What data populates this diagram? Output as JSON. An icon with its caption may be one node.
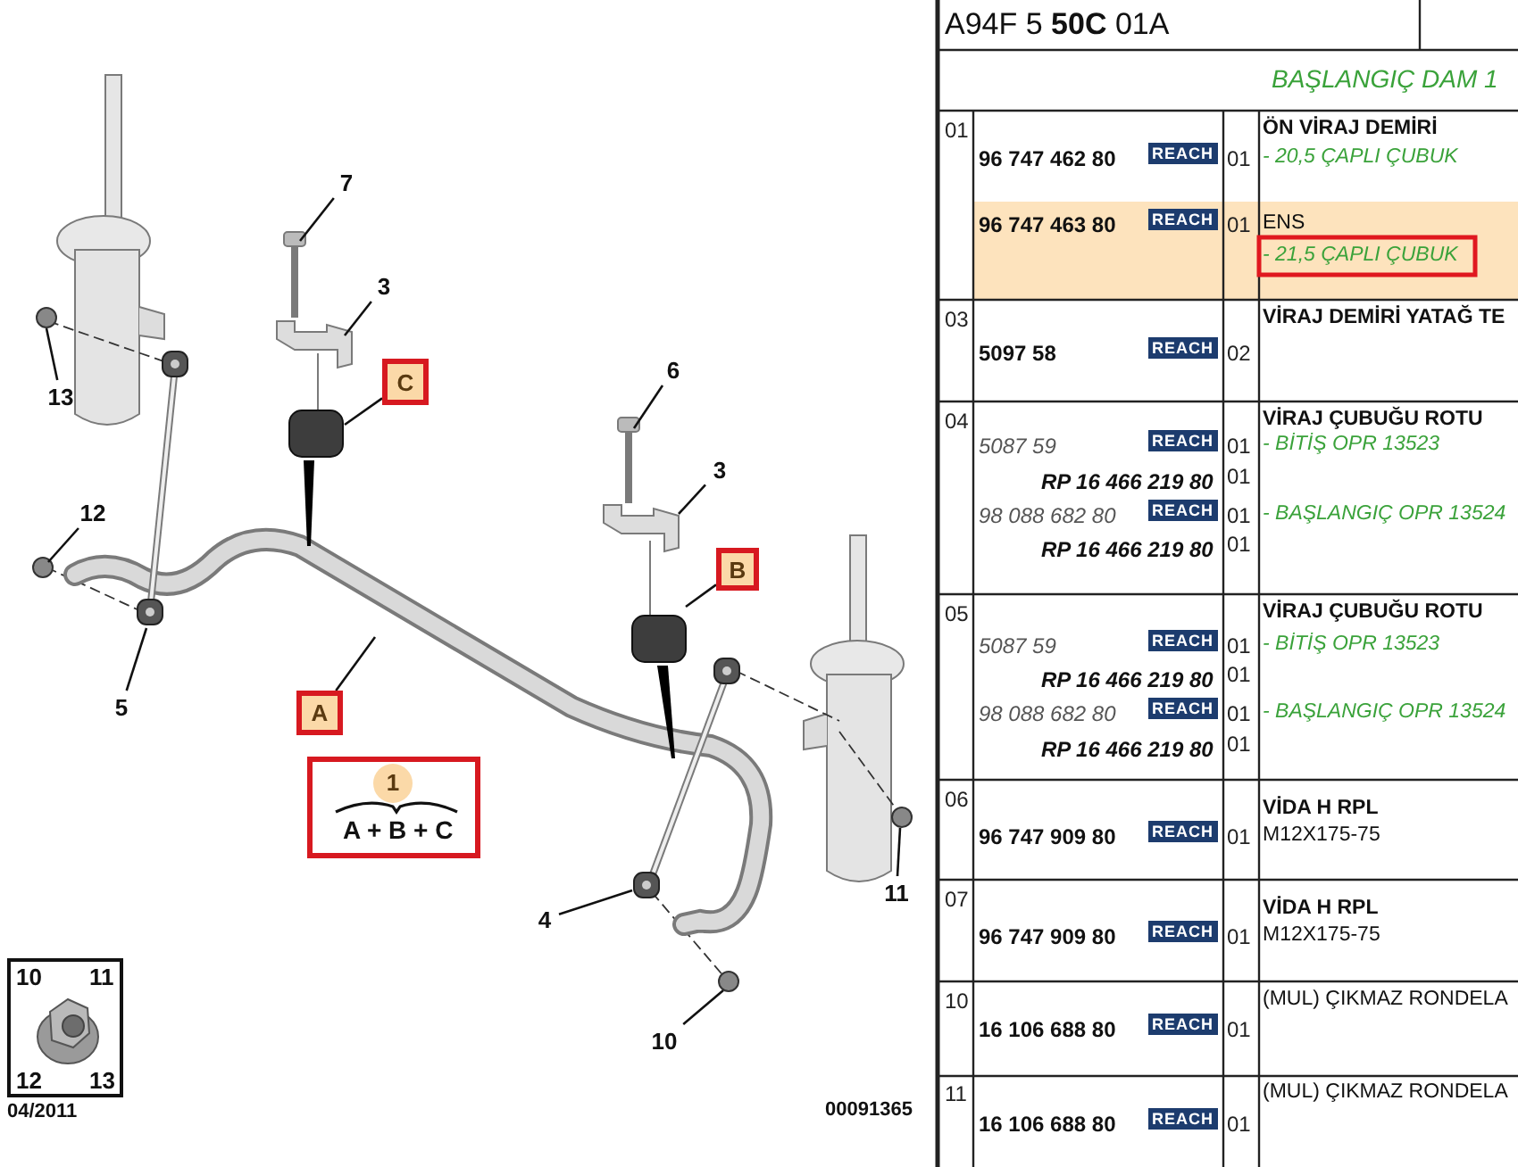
{
  "diagram": {
    "nodes": [
      {
        "text": [
          "7"
        ]
      },
      {
        "text": [
          "3"
        ]
      },
      {
        "text": [
          "C"
        ]
      },
      {
        "text": [
          "6"
        ]
      },
      {
        "text": [
          "3"
        ]
      },
      {
        "text": [
          "B"
        ]
      },
      {
        "text": [
          "13"
        ]
      },
      {
        "text": [
          "12"
        ]
      },
      {
        "text": [
          "5"
        ]
      },
      {
        "text": [
          "A"
        ]
      },
      {
        "text": [
          "1",
          "A + B + C"
        ]
      },
      {
        "text": [
          "4"
        ]
      },
      {
        "text": [
          "11"
        ]
      },
      {
        "text": [
          "10"
        ]
      },
      {
        "text": [
          "10",
          "11",
          "12",
          "13"
        ]
      }
    ],
    "edges": [
      {
        "from": 0,
        "to": null,
        "arrow": "none"
      },
      {
        "from": 1,
        "to": null,
        "arrow": "none"
      },
      {
        "from": 2,
        "to": null,
        "arrow": "none"
      },
      {
        "from": 3,
        "to": null,
        "arrow": "none"
      },
      {
        "from": 4,
        "to": null,
        "arrow": "none"
      },
      {
        "from": 5,
        "to": null,
        "arrow": "none"
      },
      {
        "from": 6,
        "to": null,
        "arrow": "none"
      },
      {
        "from": 7,
        "to": null,
        "arrow": "none"
      },
      {
        "from": 8,
        "to": null,
        "arrow": "none"
      },
      {
        "from": 9,
        "to": null,
        "arrow": "none"
      },
      {
        "from": 11,
        "to": null,
        "arrow": "none"
      },
      {
        "from": 12,
        "to": null,
        "arrow": "none"
      },
      {
        "from": 13,
        "to": null,
        "arrow": "none"
      }
    ],
    "labels": [
      "04/2011",
      "00091365",
      "A94F 5 **50C** 01A",
      "BAŞLANGIÇ DAM 1",
      "01",
      "96 747 462 80",
      "REACH",
      "01",
      "ÖN VİRAJ DEMİRİ",
      "- 20,5 ÇAPLI ÇUBUK",
      "96 747 463 80",
      "REACH",
      "01",
      "ENS",
      "- 21,5 ÇAPLI ÇUBUK",
      "03",
      "5097 58",
      "REACH",
      "02",
      "VİRAJ DEMİRİ YATAĞ TE",
      "04",
      "VİRAJ ÇUBUĞU ROTU",
      "5087 59",
      "REACH",
      "01",
      "- BİTİŞ OPR 13523",
      "RP 16 466 219 80",
      "01",
      "98 088 682 80",
      "REACH",
      "01",
      "- BAŞLANGIÇ OPR 13524",
      "RP 16 466 219 80",
      "01",
      "05",
      "VİRAJ ÇUBUĞU ROTU",
      "5087 59",
      "REACH",
      "01",
      "- BİTİŞ OPR 13523",
      "RP 16 466 219 80",
      "01",
      "98 088 682 80",
      "REACH",
      "01",
      "- BAŞLANGIÇ OPR 13524",
      "RP 16 466 219 80",
      "01",
      "06",
      "VİDA H RPL",
      "96 747 909 80",
      "REACH",
      "01",
      "M12X175-75",
      "07",
      "VİDA H RPL",
      "96 747 909 80",
      "REACH",
      "01",
      "M12X175-75",
      "10",
      "(MUL) ÇIKMAZ RONDELA",
      "16 106 688 80",
      "REACH",
      "01",
      "11",
      "(MUL) ÇIKMAZ RONDELA",
      "16 106 688 80",
      "REACH",
      "01"
    ]
  }
}
